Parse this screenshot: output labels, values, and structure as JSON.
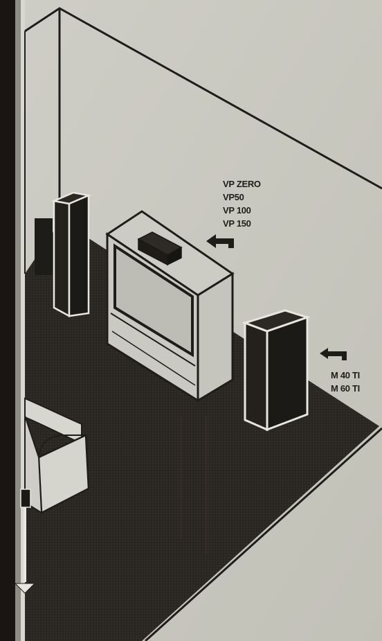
{
  "center_speaker_models": [
    "VP ZERO",
    "VP50",
    "VP 100",
    "VP 150"
  ],
  "front_speaker_models": [
    "M 40 TI",
    "M 60 TI"
  ],
  "colors": {
    "paper": "#c9c8c0",
    "floor": "#2a2722",
    "ink": "#1f1d19",
    "binding": "#1a1512"
  }
}
